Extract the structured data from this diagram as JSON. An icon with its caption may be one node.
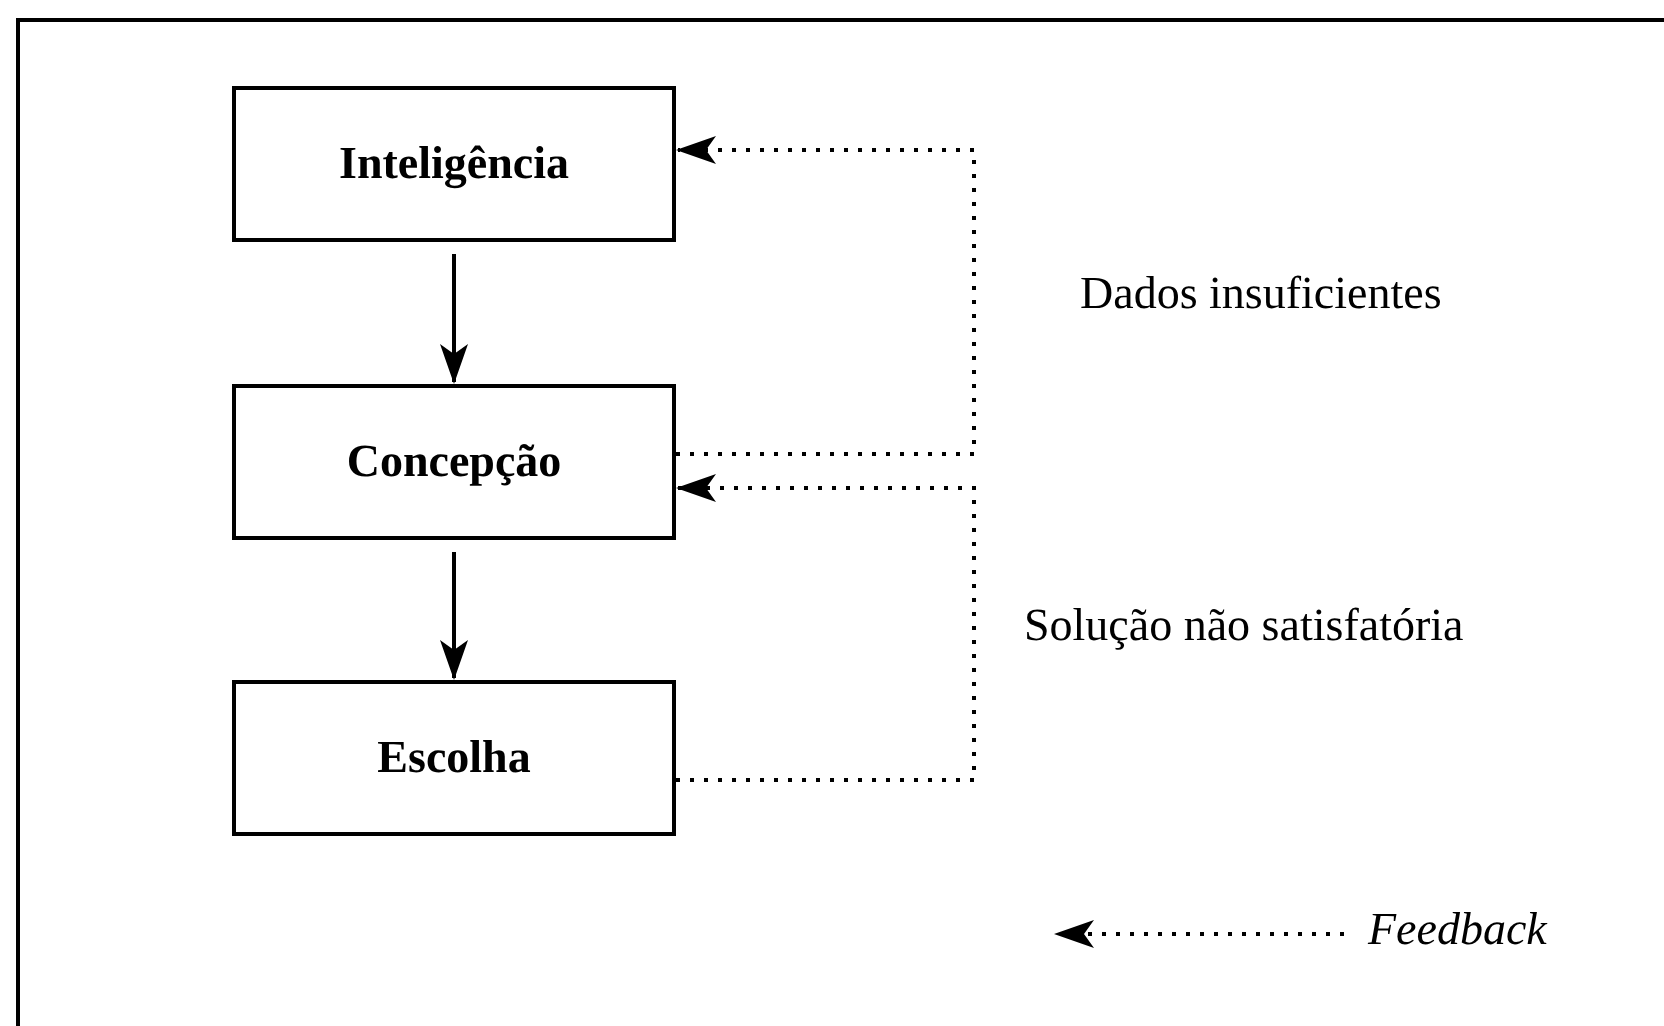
{
  "diagram": {
    "nodes": [
      {
        "text": [
          "Inteligência"
        ]
      },
      {
        "text": [
          "Concepção"
        ]
      },
      {
        "text": [
          "Escolha"
        ]
      }
    ],
    "edges": [
      {
        "from": 0,
        "to": 1,
        "arrow": "to"
      },
      {
        "from": 1,
        "to": 2,
        "arrow": "to"
      },
      {
        "from": 1,
        "to": 0,
        "arrow": "to",
        "style": "dashed",
        "label": "Dados insuficientes"
      },
      {
        "from": 2,
        "to": 1,
        "arrow": "to",
        "style": "dashed",
        "label": "Solução não satisfatória"
      }
    ],
    "legend": [
      {
        "text": "Feedback"
      }
    ]
  }
}
